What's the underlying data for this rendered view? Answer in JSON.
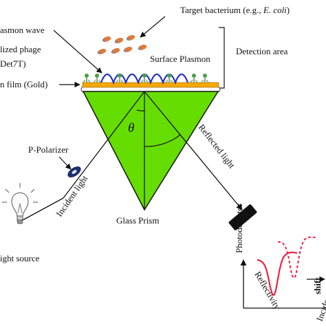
{
  "labels": {
    "target_bacterium_prefix": "Target bacterium (e.g., ",
    "target_bacterium_italic": "E. coli",
    "target_bacterium_suffix": ")",
    "plasmon_wave": "asmon wave",
    "immobilized_phage": "lized phage",
    "phage_name": "Det7T)",
    "thin_film": "n film (Gold)",
    "surface_plasmon": "Surface Plasmon",
    "detection_area": "Detection area",
    "theta": "θ",
    "p_polarizer": "P-Polarizer",
    "incident_light": "Incident light",
    "reflected_light": "Reflected light",
    "glass_prism": "Glass Prism",
    "light_source": "ight source",
    "photodetector": "Photodetector",
    "reflectivity": "Reflectivity",
    "shift": "shift",
    "incidence": "Incide"
  },
  "colors": {
    "prism": "#66dd00",
    "gold_film": "#f5a800",
    "plasmon_wave": "#2233bb",
    "curve_before": "#ee2244",
    "bacteria": "#e07a3a",
    "bacteria_tip": "#5a8fd0",
    "polarizer": "#1e2e6e",
    "photodetector": "#111111"
  },
  "icons": {
    "light_bulb": "light-bulb-icon",
    "polarizer": "polarizer-icon",
    "photodetector": "photodetector-icon",
    "phage": "phage-icon",
    "bacterium": "bacterium-icon"
  }
}
